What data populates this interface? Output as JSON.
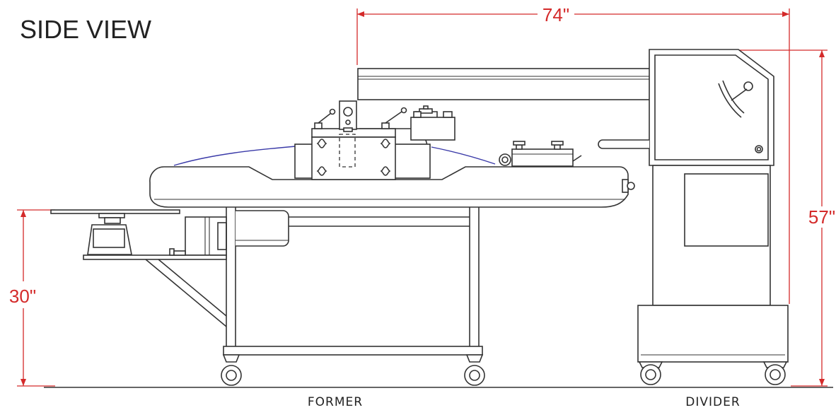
{
  "title": "SIDE VIEW",
  "dimensions": {
    "width_top": "74\"",
    "height_divider": "57\"",
    "height_former": "30\""
  },
  "labels": {
    "former": "FORMER",
    "divider": "DIVIDER"
  },
  "colors": {
    "dimension": "#d42a2a",
    "line": "#333333",
    "belt": "#3a3aa8"
  }
}
